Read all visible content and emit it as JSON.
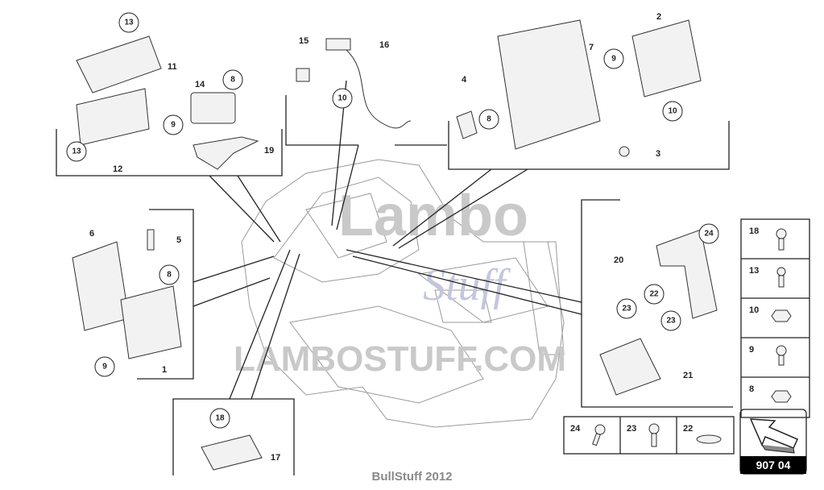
{
  "callouts_circled": [
    "13",
    "8",
    "9",
    "13",
    "10",
    "9",
    "8",
    "10",
    "8",
    "9",
    "24",
    "22",
    "23",
    "23",
    "18"
  ],
  "labels": [
    "11",
    "14",
    "19",
    "12",
    "15",
    "16",
    "7",
    "2",
    "4",
    "3",
    "6",
    "5",
    "1",
    "20",
    "21",
    "17"
  ],
  "fasteners_right": [
    "18",
    "13",
    "10",
    "9",
    "8"
  ],
  "fasteners_bottom": [
    "24",
    "23",
    "22"
  ],
  "diagram_code": "907 04",
  "caption": "BullStuff 2012",
  "watermark": {
    "line1": "Lambo",
    "line2": "Stuff",
    "line3": "LAMBOSTUFF.COM"
  }
}
